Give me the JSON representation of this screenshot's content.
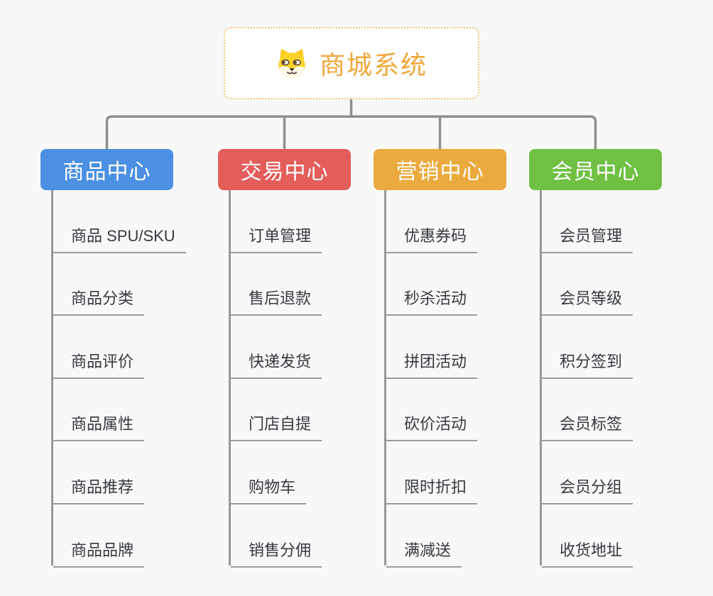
{
  "root": {
    "title": "商城系统",
    "icon": "shiba-dog-icon"
  },
  "branches": [
    {
      "id": "product-center",
      "label": "商品中心",
      "color": "#4b90e2",
      "children": [
        "商品 SPU/SKU",
        "商品分类",
        "商品评价",
        "商品属性",
        "商品推荐",
        "商品品牌"
      ]
    },
    {
      "id": "trade-center",
      "label": "交易中心",
      "color": "#e35d5b",
      "children": [
        "订单管理",
        "售后退款",
        "快递发货",
        "门店自提",
        "购物车",
        "销售分佣"
      ]
    },
    {
      "id": "marketing-center",
      "label": "营销中心",
      "color": "#ebaa3f",
      "children": [
        "优惠券码",
        "秒杀活动",
        "拼团活动",
        "砍价活动",
        "限时折扣",
        "满减送"
      ]
    },
    {
      "id": "member-center",
      "label": "会员中心",
      "color": "#6fc043",
      "children": [
        "会员管理",
        "会员等级",
        "积分签到",
        "会员标签",
        "会员分组",
        "收货地址"
      ]
    }
  ],
  "colors": {
    "connector_gray": "#8f8f8f",
    "underline_gray": "#9b9b9b",
    "root_title_orange": "#f0a73c",
    "root_border_orange": "#f3c671",
    "background": "#f8f8f8",
    "leaf_text": "#35393f"
  }
}
